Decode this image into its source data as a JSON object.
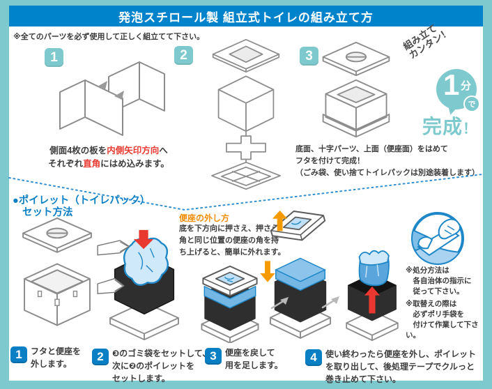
{
  "colors": {
    "frame_teal": "#7ec9cd",
    "title_blue": "#0083cb",
    "step_blue": "#0b7fc4",
    "accent_red": "#e8382f",
    "accent_orange": "#f59a00",
    "illustration_blue": "#1e87c8",
    "text_dark": "#3c3c3c"
  },
  "icons": {
    "red_down_arrow": "▼",
    "red_up_arrow": "▲",
    "orange_up_arrow": "▲",
    "orange_down_arrow": "▼",
    "gray_next_arrow": "➚",
    "inward_arrow": "➤"
  },
  "header": {
    "title": "発泡スチロール製 組立式トイレの組み立て方",
    "note": "※全てのパーツを必ず使用して正しく組立てて下さい。"
  },
  "assembly": {
    "step1": {
      "number": "1",
      "cap_1a": "側面4枚の板を",
      "cap_1b": "内側矢印方向",
      "cap_1c": "へ",
      "cap_2a": "それぞれ",
      "cap_2b": "直角",
      "cap_2c": "にはめ込みます。"
    },
    "step2": {
      "number": "2"
    },
    "step3": {
      "number": "3",
      "caption": "底面、十字パーツ、上面（便座面）をはめて\nフタを付けて完成！\n（ごみ袋、使い捨てトイレパックは別途装着します）"
    }
  },
  "badge": {
    "slanted": "組み立て\nカンタン！",
    "big_number": "1",
    "unit": "分",
    "particle": "で",
    "complete": "完成",
    "complete_mark": "！"
  },
  "poilet": {
    "heading_l1": "●ポイレット（トイレパック）",
    "heading_l2": "セット方法",
    "removal_heading": "便座の外し方",
    "removal_body": "底を下方向に押さえ、押さえた\n角と同じ位置の便座の角を持\nち上げると、簡単に外れます。",
    "note1": "※処分方法は\n　各自治体の指示に\n　従って下さい。",
    "note2": "※取替えの際は\n　必ずポリ手袋を\n　付けて作業して下さい。",
    "steps": [
      {
        "number": "1",
        "text": "フタと便座を\n外します。"
      },
      {
        "number": "2",
        "text": "❸のゴミ袋をセットして、\n次に❷のポイレットを\nセットします。"
      },
      {
        "number": "3",
        "text": "便座を戻して\n用を足します。"
      },
      {
        "number": "4",
        "text": "使い終わったら便座を外し、ポイレット\nを取り出して、後処理テープでクルっと\n巻き止めて下さい。"
      }
    ]
  }
}
